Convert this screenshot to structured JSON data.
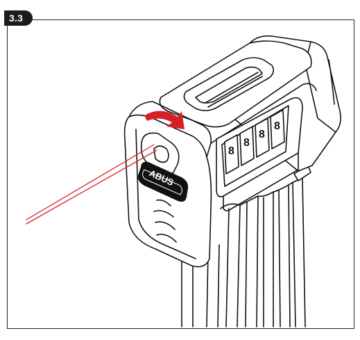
{
  "step": {
    "label": "3.3"
  },
  "illustration": {
    "brand_text": "ABUS",
    "code_digits": [
      "8",
      "8",
      "8",
      "8"
    ],
    "accent_color": "#d61f26",
    "line_color": "#111111"
  }
}
